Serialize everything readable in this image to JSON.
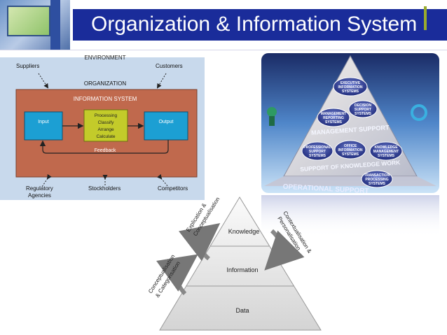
{
  "slide": {
    "title": "Organization & Information System"
  },
  "org_diagram": {
    "environment": "ENVIRONMENT",
    "organization": "ORGANIZATION",
    "information_system": "INFORMATION SYSTEM",
    "suppliers": "Suppliers",
    "customers": "Customers",
    "input": "Input",
    "processing": [
      "Processing",
      "Classify",
      "Arrange",
      "Calculate"
    ],
    "output": "Output",
    "feedback": "Feedback",
    "regulatory": [
      "Regulatory",
      "Agencies"
    ],
    "stockholders": "Stockholders",
    "competitors": "Competitors"
  },
  "support_pyramid": {
    "tiers": [
      {
        "label": "OPERATIONAL SUPPORT",
        "systems": [
          [
            "TRANSACTION",
            "PROCESSING",
            "SYSTEMS"
          ]
        ]
      },
      {
        "label": "SUPPORT OF KNOWLEDGE WORK",
        "systems": [
          [
            "PROFESSIONAL",
            "SUPPORT",
            "SYSTEMS"
          ],
          [
            "OFFICE",
            "INFORMATION",
            "SYSTEMS"
          ],
          [
            "KNOWLEDGE",
            "MANAGEMENT",
            "SYSTEMS"
          ]
        ]
      },
      {
        "label": "MANAGEMENT SUPPORT",
        "systems": [
          [
            "MANAGEMENT",
            "REPORTING",
            "SYSTEMS"
          ],
          [
            "DECISION",
            "SUPPORT",
            "SYSTEMS"
          ]
        ]
      },
      {
        "label": "",
        "systems": [
          [
            "EXECUTIVE",
            "INFORMATION",
            "SYSTEMS"
          ]
        ]
      }
    ]
  },
  "knowledge_pyramid": {
    "levels": [
      "Knowledge",
      "Information",
      "Data"
    ],
    "left_upper": [
      "Explication &",
      "Conceptualisation"
    ],
    "left_lower": [
      "Conceptualisation",
      "& Categorisation"
    ],
    "right": [
      "Contextualisation &",
      "Personalisation"
    ]
  },
  "colors": {
    "title_bar": "#1a2c9a",
    "org_box": "#c0694d",
    "input_output": "#1c9fd3",
    "processing": "#c3cb2a"
  }
}
